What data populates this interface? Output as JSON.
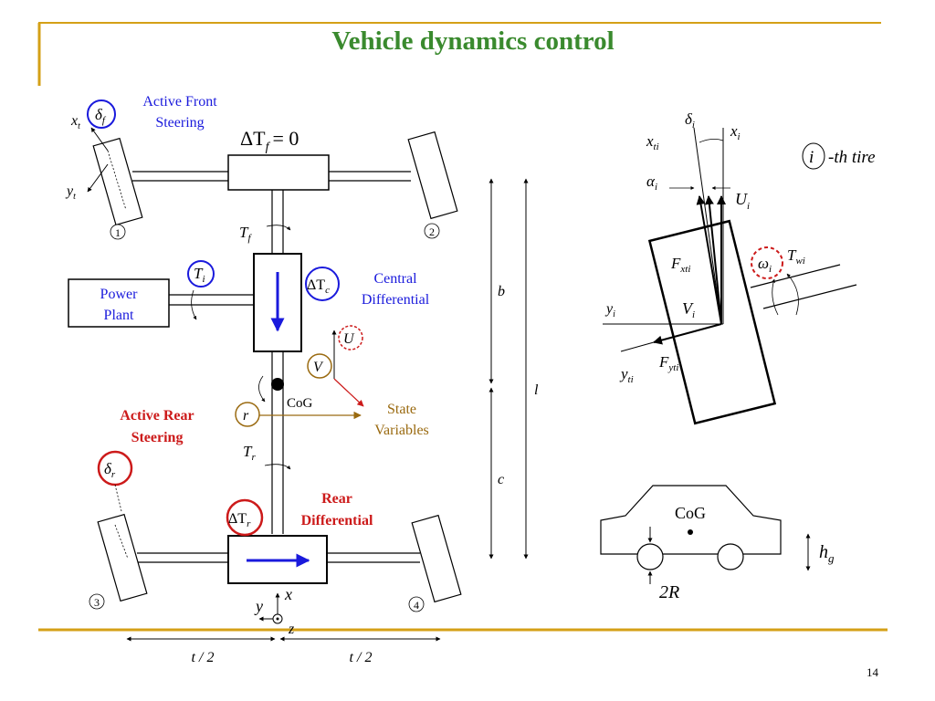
{
  "slide": {
    "title": "Vehicle dynamics control",
    "page_number": "14"
  },
  "colors": {
    "title": "#3a8a2e",
    "rule": "#d4a017",
    "blue": "#1a1adc",
    "red": "#cc1a1a",
    "brown": "#9a6a10",
    "black": "#000000"
  },
  "layout_diagram": {
    "active_front_steering": [
      "Active Front",
      "Steering"
    ],
    "delta_f": "δ",
    "delta_f_sub": "f",
    "xt": "x",
    "xt_sub": "t",
    "yt": "y",
    "yt_sub": "t",
    "front_torque_diff": "ΔT",
    "front_torque_diff_sub": "f",
    "front_torque_diff_eq": "= 0",
    "tf": "T",
    "tf_sub": "f",
    "ti": "T",
    "ti_sub": "i",
    "power_plant": [
      "Power",
      "Plant"
    ],
    "delta_tc": "ΔT",
    "delta_tc_sub": "c",
    "central_differential": [
      "Central",
      "Differential"
    ],
    "u": "U",
    "v": "V",
    "r": "r",
    "cog": "CoG",
    "state_variables": [
      "State",
      "Variables"
    ],
    "active_rear_steering": [
      "Active Rear",
      "Steering"
    ],
    "delta_r": "δ",
    "delta_r_sub": "r",
    "tr": "T",
    "tr_sub": "r",
    "delta_tr": "ΔT",
    "delta_tr_sub": "r",
    "rear_differential": [
      "Rear",
      "Differential"
    ],
    "wheel_numbers": [
      "1",
      "2",
      "3",
      "4"
    ],
    "axis_x": "x",
    "axis_y": "y",
    "axis_z": "z",
    "dim_b": "b",
    "dim_c": "c",
    "dim_l": "l",
    "half_track_left": "t / 2",
    "half_track_right": "t / 2"
  },
  "tire_diagram": {
    "delta_i": "δ",
    "delta_i_sub": "i",
    "xti": "x",
    "xti_sub": "ti",
    "xi": "x",
    "xi_sub": "i",
    "i_symbol": "i",
    "i_th_tire": "-th tire",
    "alpha_i": "α",
    "alpha_i_sub": "i",
    "u_i": "U",
    "u_i_sub": "i",
    "fxti": "F",
    "fxti_sub": "xti",
    "omega_i": "ω",
    "omega_i_sub": "i",
    "twi": "T",
    "twi_sub": "wi",
    "yi": "y",
    "yi_sub": "i",
    "vi": "V",
    "vi_sub": "i",
    "fyti": "F",
    "fyti_sub": "yti",
    "yti": "y",
    "yti_sub": "ti"
  },
  "car_diagram": {
    "cog": "CoG",
    "hg": "h",
    "hg_sub": "g",
    "two_r": "2R"
  }
}
